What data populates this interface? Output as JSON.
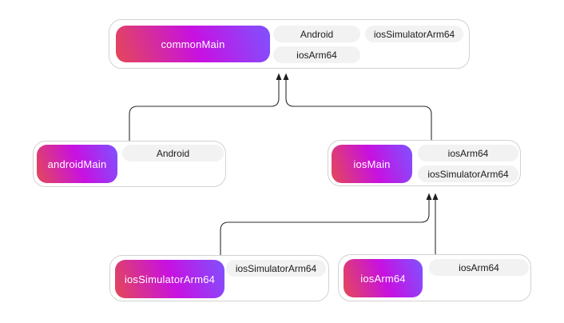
{
  "diagram": {
    "type": "source-set-hierarchy",
    "nodes": {
      "commonMain": {
        "label": "commonMain",
        "targets": [
          "Android",
          "iosSimulatorArm64",
          "iosArm64"
        ]
      },
      "androidMain": {
        "label": "androidMain",
        "targets": [
          "Android"
        ]
      },
      "iosMain": {
        "label": "iosMain",
        "targets": [
          "iosArm64",
          "iosSimulatorArm64"
        ]
      },
      "iosSimulatorArm64": {
        "label": "iosSimulatorArm64",
        "targets": [
          "iosSimulatorArm64"
        ]
      },
      "iosArm64": {
        "label": "iosArm64",
        "targets": [
          "iosArm64"
        ]
      }
    },
    "edges": [
      {
        "from": "androidMain",
        "to": "commonMain"
      },
      {
        "from": "iosMain",
        "to": "commonMain"
      },
      {
        "from": "iosSimulatorArm64",
        "to": "iosMain"
      },
      {
        "from": "iosArm64",
        "to": "iosMain"
      }
    ],
    "colors": {
      "gradient_start": "#e44857",
      "gradient_mid": "#c711e1",
      "gradient_end": "#7f52ff",
      "pill_bg": "#f2f2f2",
      "node_border": "#d2d2d2",
      "edge_line": "#2d2d2d",
      "label_text": "#ffffff",
      "pill_text": "#1b1b1f",
      "canvas_bg": "#ffffff"
    }
  }
}
